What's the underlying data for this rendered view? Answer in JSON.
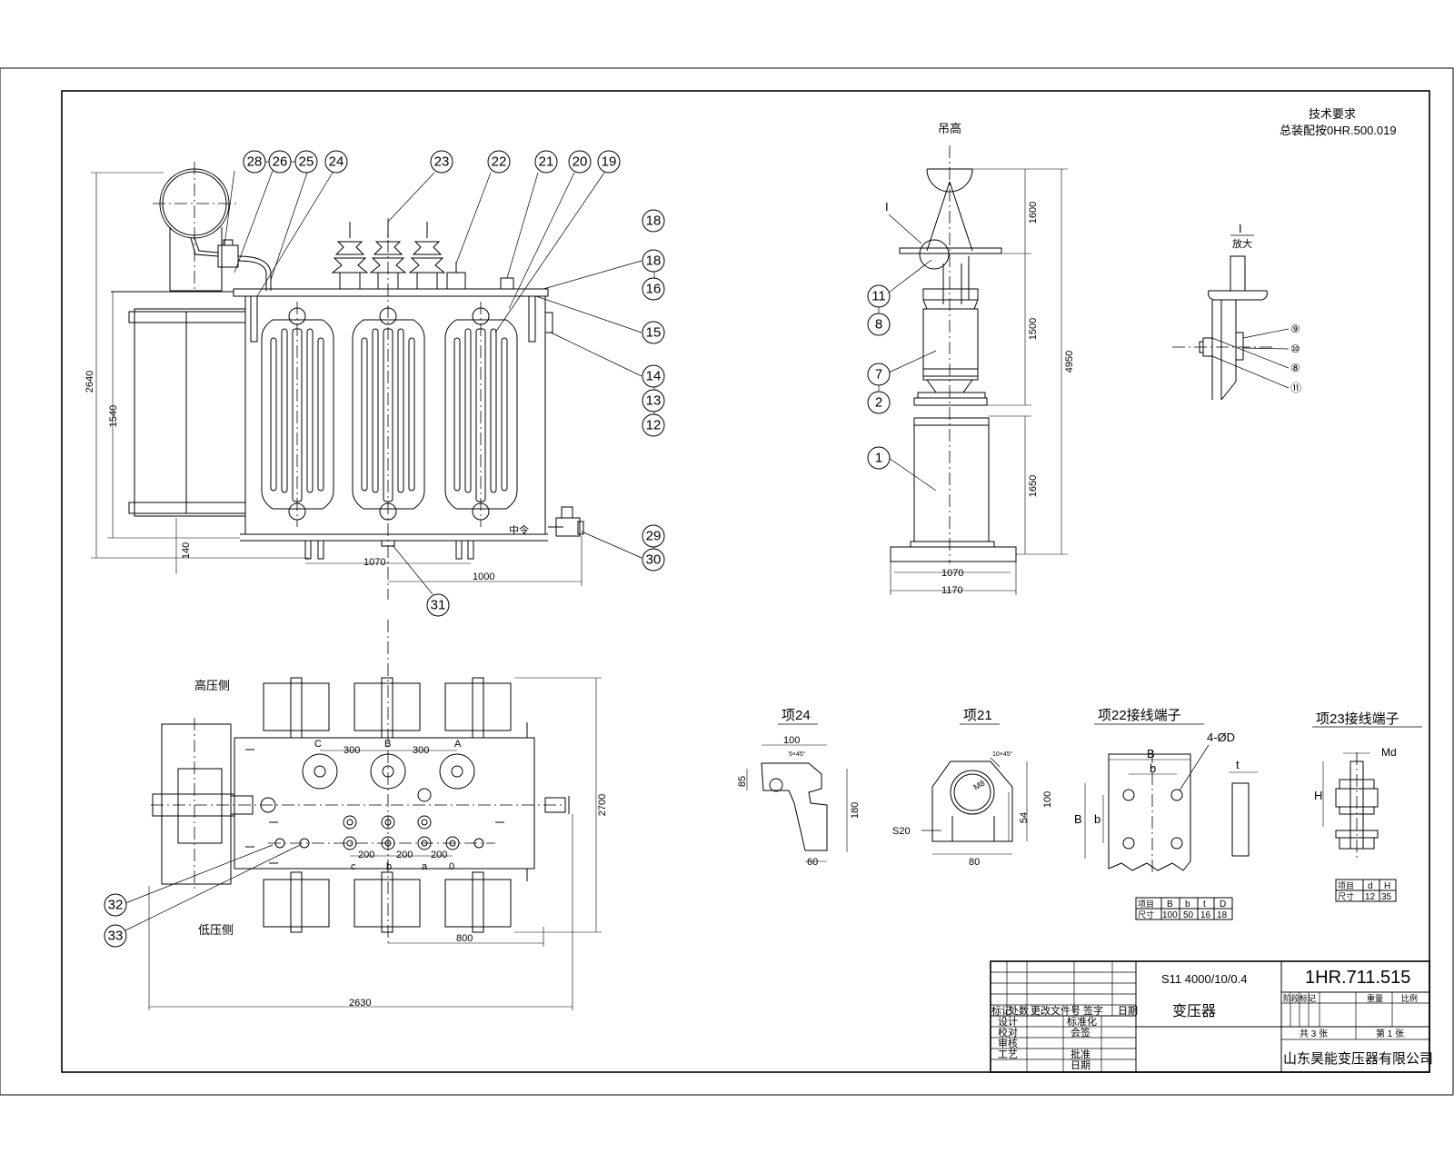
{
  "tech_requirements": {
    "heading": "技术要求",
    "assembly_note": "总装配按0HR.500.019"
  },
  "front_view": {
    "dims": [
      "2640",
      "1540",
      "140",
      "1070",
      "1000"
    ],
    "balloons_top": [
      "28",
      "26",
      "25",
      "24",
      "23",
      "22",
      "21",
      "20",
      "19"
    ],
    "balloons_right": [
      "18",
      "18",
      "16",
      "15",
      "14",
      "13",
      "12",
      "29",
      "30"
    ],
    "balloon_bottom": "31",
    "label_neutral": "中令"
  },
  "side_view": {
    "lifting_label": "吊高",
    "detail_marker": "I",
    "dims": [
      "1600",
      "1500",
      "1650",
      "4950",
      "1070",
      "1170"
    ],
    "balloons": [
      "11",
      "8",
      "7",
      "2",
      "1"
    ]
  },
  "detail_I": {
    "title": "I",
    "scale": "放大",
    "balloons": [
      "⑨",
      "⑩",
      "⑧",
      "⑪"
    ]
  },
  "plan_view": {
    "hv_side": "高压侧",
    "lv_side": "低压侧",
    "hv_terminals": [
      "C",
      "B",
      "A"
    ],
    "lv_terminals": [
      "c",
      "b",
      "a",
      "0"
    ],
    "dims": [
      "300",
      "300",
      "200",
      "200",
      "200",
      "2700",
      "800",
      "2630"
    ],
    "balloons": [
      "32",
      "33"
    ]
  },
  "detail_24": {
    "title": "项24",
    "dims": [
      "100",
      "85",
      "180",
      "60"
    ],
    "note": "5×45°"
  },
  "detail_21": {
    "title": "项21",
    "dims": [
      "S20",
      "100",
      "54",
      "80"
    ],
    "note": "10×45°",
    "hole_note": "M8"
  },
  "detail_22": {
    "title": "项22接线端子",
    "hole_label": "4-ØD",
    "dims": [
      "B",
      "b",
      "B",
      "b",
      "t"
    ],
    "table_headers": [
      "项目",
      "B",
      "b",
      "t",
      "D"
    ],
    "table_row": [
      "尺寸",
      "100",
      "50",
      "16",
      "18"
    ]
  },
  "detail_23": {
    "title": "项23接线端子",
    "dims": [
      "Md",
      "H"
    ],
    "table_headers": [
      "项目",
      "d",
      "H"
    ],
    "table_row": [
      "尺寸",
      "12",
      "35"
    ]
  },
  "title_block": {
    "drawing_number": "1HR.711.515",
    "model": "S11 4000/10/0.4",
    "name": "变压器",
    "company": "山东昊能变压器有限公司",
    "revision_headers": [
      "标记",
      "处数",
      "更改文件号",
      "签字",
      "日期"
    ],
    "signoff_left": [
      "设计",
      "校对",
      "审核",
      "工艺"
    ],
    "signoff_right": [
      "标准化",
      "会签",
      "批准",
      "日期"
    ],
    "stage_headers": [
      "阶段标记",
      "重量",
      "比例"
    ],
    "sheet_total": "共 3 张",
    "sheet_number": "第 1 张"
  }
}
